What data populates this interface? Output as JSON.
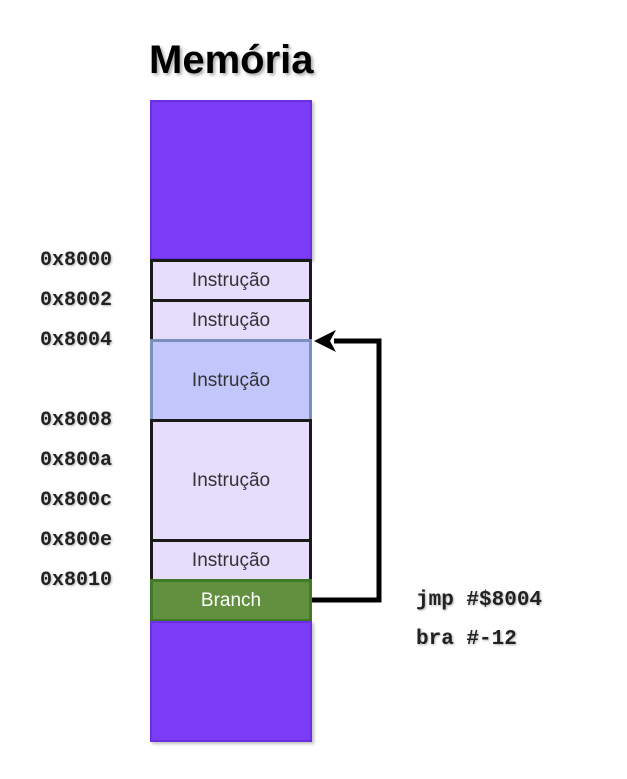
{
  "title": "Memória",
  "addresses": [
    "0x8000",
    "0x8002",
    "0x8004",
    "0x8008",
    "0x800a",
    "0x800c",
    "0x800e",
    "0x8010"
  ],
  "blocks": {
    "instr_1": "Instrução",
    "instr_2": "Instrução",
    "instr_target": "Instrução",
    "instr_3": "Instrução",
    "instr_4": "Instrução",
    "branch": "Branch"
  },
  "code": {
    "jmp": "jmp #$8004",
    "bra": "bra #-12"
  },
  "colors": {
    "free_memory": "#7a3cf5",
    "instruction": "#e6dcfb",
    "jump_target": "#c3c6fa",
    "branch": "#61903f",
    "arrow": "#000000"
  }
}
